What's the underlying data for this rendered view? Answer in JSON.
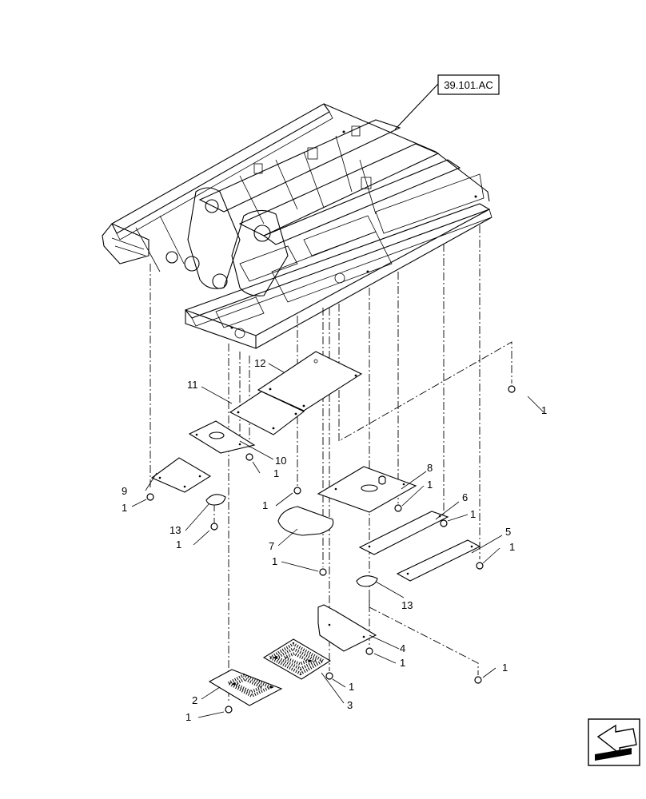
{
  "reference": "39.101.AC",
  "labels": {
    "n1": "1",
    "n2": "2",
    "n3": "3",
    "n4": "4",
    "n5": "5",
    "n6": "6",
    "n7": "7",
    "n8": "8",
    "n9": "9",
    "n10": "10",
    "n11": "11",
    "n12": "12",
    "n13": "13"
  },
  "icons": {
    "nav": "next-page-arrow-icon"
  }
}
